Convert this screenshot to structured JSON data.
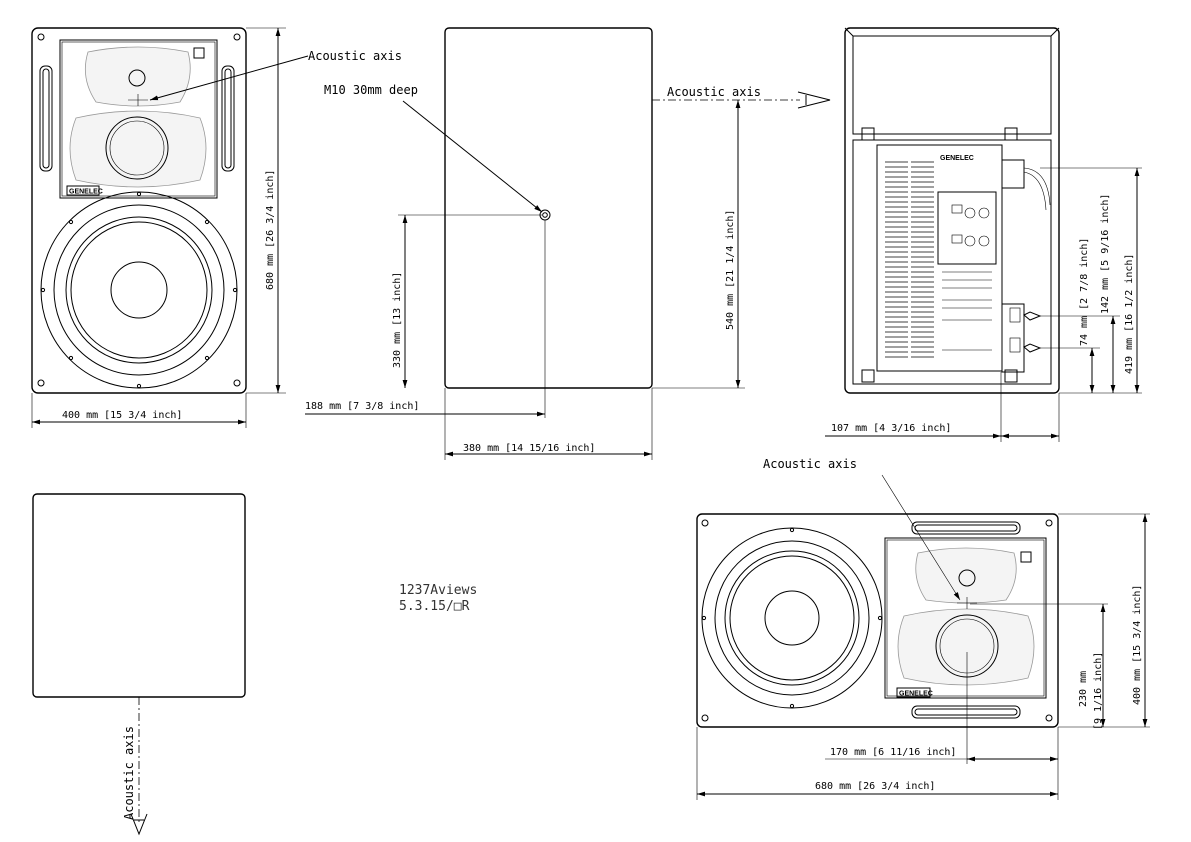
{
  "front_view": {
    "acoustic_axis": "Acoustic axis",
    "brand": "GENELEC",
    "height_dim": "680 mm [26 3/4 inch]",
    "width_dim": "400 mm [15 3/4 inch]"
  },
  "side_view": {
    "mount_label": "M10 30mm deep",
    "acoustic_axis": "Acoustic axis",
    "mount_height_dim": "330 mm [13 inch]",
    "mount_offset_dim": "188 mm [7 3/8 inch]",
    "depth_dim": "380 mm [14 15/16 inch]",
    "axis_height_dim": "540 mm [21 1/4 inch]"
  },
  "rear_view": {
    "brand": "GENELEC",
    "dim_74": "74 mm [2 7/8 inch]",
    "dim_142": "142 mm [5 9/16 inch]",
    "dim_419": "419 mm [16 1/2 inch]",
    "dim_107": "107 mm [4 3/16 inch]"
  },
  "top_view": {
    "acoustic_axis": "Acoustic axis"
  },
  "drawing_info": {
    "line1": "1237Aviews",
    "line2": "5.3.15/□R"
  },
  "horizontal_view": {
    "acoustic_axis": "Acoustic axis",
    "brand": "GENELEC",
    "dim_230_line1": "230 mm",
    "dim_230_line2": "[9 1/16 inch]",
    "height_dim": "400 mm [15 3/4 inch]",
    "axis_offset_dim": "170 mm [6 11/16 inch]",
    "width_dim": "680 mm [26 3/4 inch]"
  }
}
